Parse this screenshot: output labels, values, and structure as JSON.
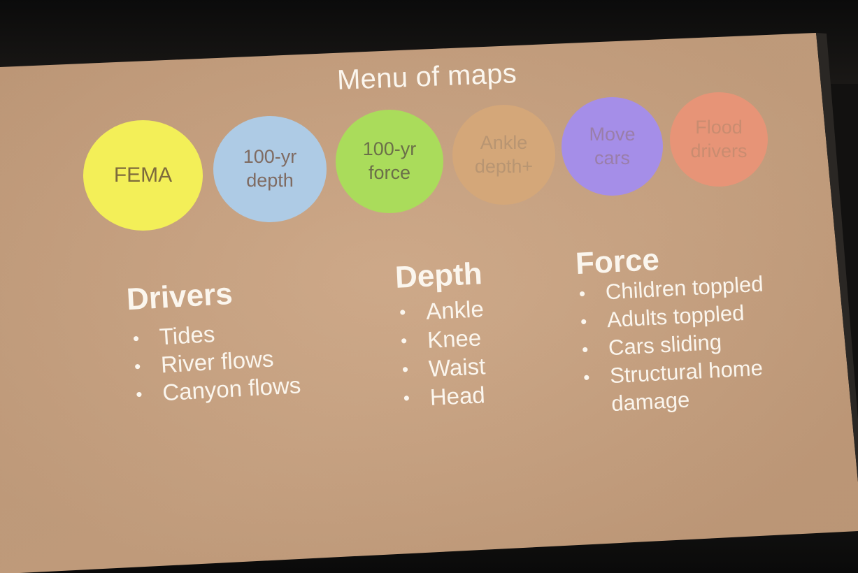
{
  "slide": {
    "title": "Menu of maps",
    "colors": {
      "screen": "#c9a27f",
      "text": "#fbf6ee"
    },
    "map_options": [
      {
        "label": "FEMA",
        "color": "#f3ef58"
      },
      {
        "label": "100-yr\ndepth",
        "color": "#aecbe5"
      },
      {
        "label": "100-yr\nforce",
        "color": "#aadc5b"
      },
      {
        "label": "Ankle\ndepth+",
        "color": "#d4a779"
      },
      {
        "label": "Move\ncars",
        "color": "#a58ee8"
      },
      {
        "label": "Flood\ndrivers",
        "color": "#e79477"
      }
    ],
    "drivers": {
      "heading": "Drivers",
      "items": [
        "Tides",
        "River flows",
        "Canyon flows"
      ]
    },
    "depth": {
      "heading": "Depth",
      "items": [
        "Ankle",
        "Knee",
        "Waist",
        "Head"
      ]
    },
    "force": {
      "heading": "Force",
      "items": [
        "Children toppled",
        "Adults toppled",
        "Cars sliding",
        "Structural home damage"
      ]
    }
  }
}
